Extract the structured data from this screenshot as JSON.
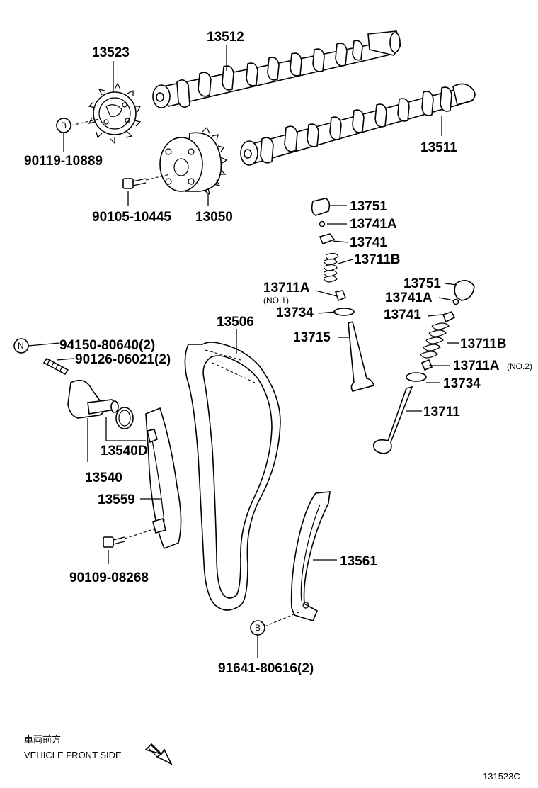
{
  "labels": {
    "p13512": "13512",
    "p13523": "13523",
    "p13511": "13511",
    "p90119": "90119-10889",
    "p90105": "90105-10445",
    "p13050": "13050",
    "p13751a": "13751",
    "p13741Aa": "13741A",
    "p13741a": "13741",
    "p13711Ba": "13711B",
    "p13711Aa": "13711A",
    "no1": "(NO.1)",
    "p13734a": "13734",
    "p13715": "13715",
    "p13751b": "13751",
    "p13741Ab": "13741A",
    "p13741b": "13741",
    "p13711Bb": "13711B",
    "p13711Ab": "13711A",
    "no2": "(NO.2)",
    "p13734b": "13734",
    "p13711": "13711",
    "p13506": "13506",
    "p94150": "94150-80640(2)",
    "p90126": "90126-06021(2)",
    "p13540D": "13540D",
    "p13540": "13540",
    "p13559": "13559",
    "p90109": "90109-08268",
    "p13561": "13561",
    "p91641": "91641-80616(2)",
    "callout_B1": "B",
    "callout_B2": "B",
    "callout_N": "N"
  },
  "footer": {
    "direction_jp": "車両前方",
    "direction_en": "VEHICLE FRONT SIDE",
    "figure_code": "131523C"
  },
  "icons": {
    "direction_arrow": "hatched-arrow-down-right-icon"
  }
}
